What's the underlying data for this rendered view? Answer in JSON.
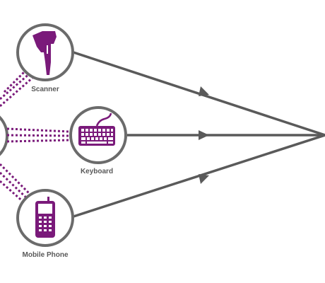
{
  "colors": {
    "accent": "#7a1a7a",
    "line": "#5a5a5a",
    "circle_stroke": "#6b6b6b",
    "label": "#595959",
    "background": "#ffffff"
  },
  "nodes": [
    {
      "label": "Scanner",
      "icon": "barcode-scanner-icon"
    },
    {
      "label": "Keyboard",
      "icon": "keyboard-icon"
    },
    {
      "label": "Mobile Phone",
      "icon": "mobile-phone-icon"
    }
  ]
}
